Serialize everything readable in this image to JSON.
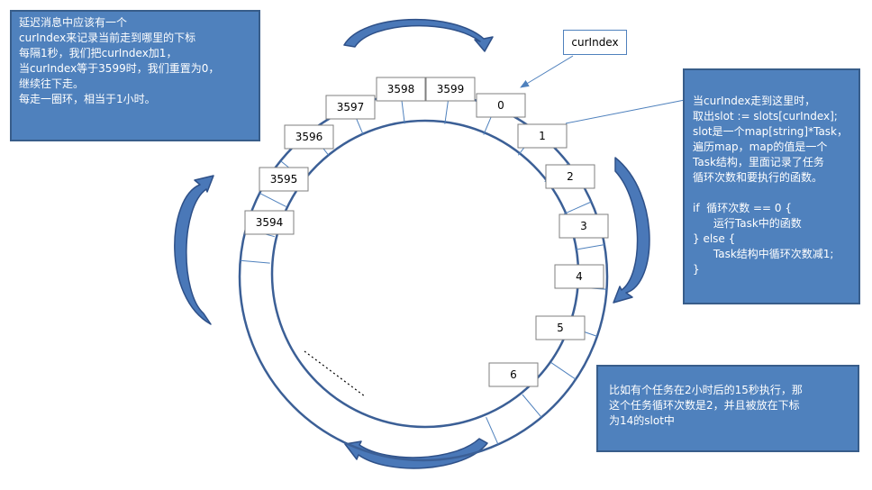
{
  "notes": {
    "left": "延迟消息中应该有一个\ncurIndex来记录当前走到哪里的下标\n每隔1秒，我们把curIndex加1，\n当curIndex等于3599时，我们重置为0，\n继续往下走。\n每走一圈环，相当于1小时。",
    "right": "当curIndex走到这里时，\n取出slot := slots[curIndex];\nslot是一个map[string]*Task，\n遍历map，map的值是一个\nTask结构，里面记录了任务\n循环次数和要执行的函数。\n\nif  循环次数 == 0 {\n      运行Task中的函数\n} else {\n      Task结构中循环次数减1;\n}",
    "bottom": "比如有个任务在2小时后的15秒执行，那\n这个任务循环次数是2，并且被放在下标\n为14的slot中"
  },
  "pointer_label": "curIndex",
  "slots": [
    {
      "label": "3594"
    },
    {
      "label": "3595"
    },
    {
      "label": "3596"
    },
    {
      "label": "3597"
    },
    {
      "label": "3598"
    },
    {
      "label": "3599"
    },
    {
      "label": "0"
    },
    {
      "label": "1"
    },
    {
      "label": "2"
    },
    {
      "label": "3"
    },
    {
      "label": "4"
    },
    {
      "label": "5"
    },
    {
      "label": "6"
    }
  ],
  "colors": {
    "ring": "#3b5f96",
    "arrow_fill": "#4a78b8",
    "arrow_edge": "#2e5088",
    "note_bg": "#4f81bd",
    "note_border": "#385d8a"
  }
}
